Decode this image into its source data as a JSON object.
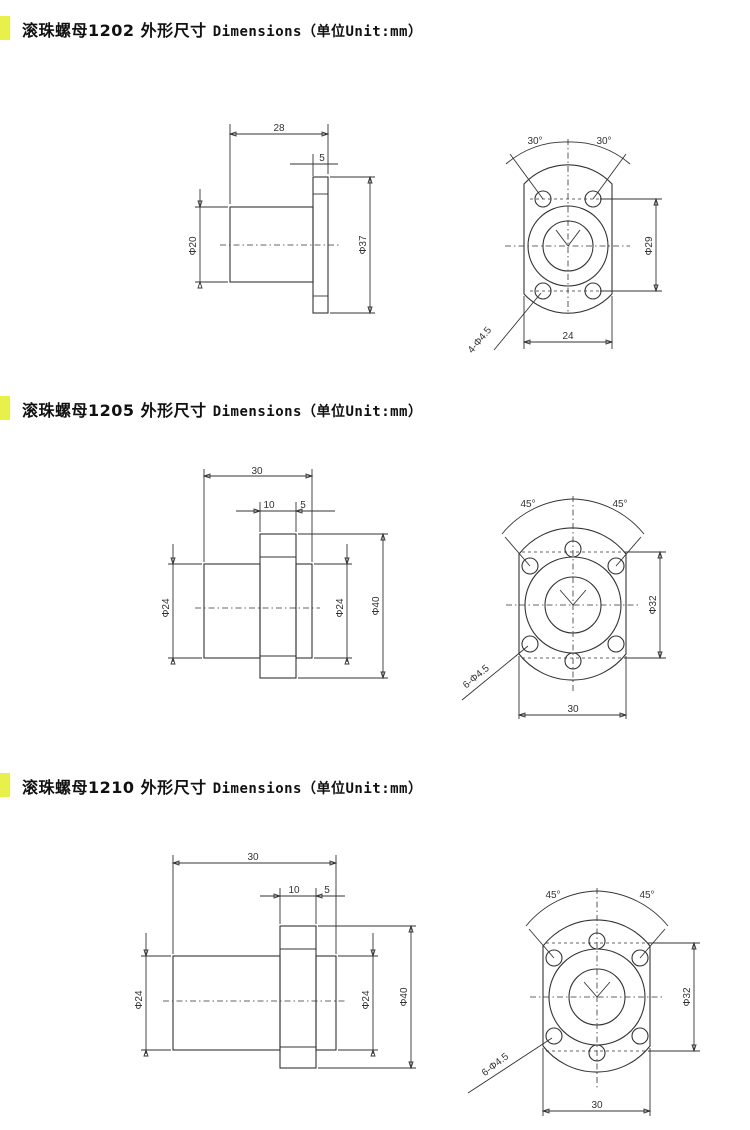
{
  "colors": {
    "accent": "#e8f14b",
    "line": "#333333"
  },
  "sections": [
    {
      "title_cn": "滚珠螺母1202 外形尺寸",
      "title_en": "Dimensions（单位Unit:mm）",
      "side": {
        "length": "28",
        "flange": "5",
        "body_dia": "Φ20",
        "flange_dia": "Φ37"
      },
      "front": {
        "angle_left": "30°",
        "angle_right": "30°",
        "height": "Φ29",
        "width": "24",
        "holes": "4-Φ4.5"
      }
    },
    {
      "title_cn": "滚珠螺母1205 外形尺寸",
      "title_en": "Dimensions（单位Unit:mm）",
      "side": {
        "length": "30",
        "seg1": "10",
        "flange": "5",
        "body_dia": "Φ24",
        "inner_dia": "Φ24",
        "flange_dia": "Φ40"
      },
      "front": {
        "angle_left": "45°",
        "angle_right": "45°",
        "height": "Φ32",
        "width": "30",
        "holes": "6-Φ4.5"
      }
    },
    {
      "title_cn": "滚珠螺母1210 外形尺寸",
      "title_en": "Dimensions（单位Unit:mm）",
      "side": {
        "length": "30",
        "seg1": "10",
        "flange": "5",
        "body_dia": "Φ24",
        "inner_dia": "Φ24",
        "flange_dia": "Φ40"
      },
      "front": {
        "angle_left": "45°",
        "angle_right": "45°",
        "height": "Φ32",
        "width": "30",
        "holes": "6-Φ4.5"
      }
    }
  ]
}
